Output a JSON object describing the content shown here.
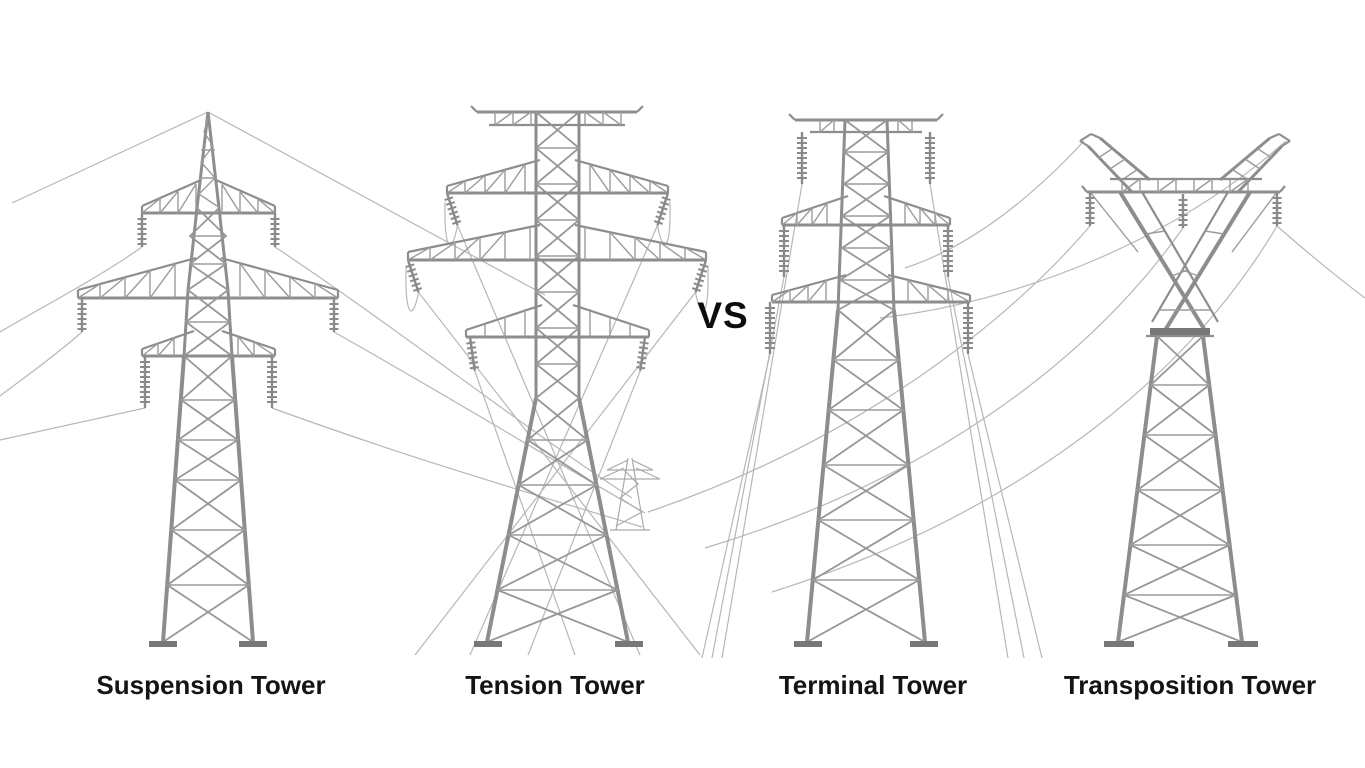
{
  "page": {
    "background_color": "#ffffff"
  },
  "comparison": {
    "vs_label": "VS",
    "towers": [
      {
        "id": "suspension",
        "label": "Suspension Tower"
      },
      {
        "id": "tension",
        "label": "Tension Tower"
      },
      {
        "id": "terminal",
        "label": "Terminal Tower"
      },
      {
        "id": "transposition",
        "label": "Transposition Tower"
      }
    ]
  },
  "style": {
    "tower_color": "#8d8d8d",
    "tower_dark_color": "#6f6f6f",
    "wire_color": "#b7b7b7",
    "label_color": "#141414",
    "vs_color": "#0d0d0d"
  }
}
